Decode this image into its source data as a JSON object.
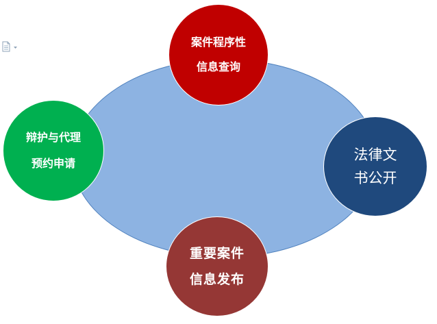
{
  "diagram": {
    "nodes": {
      "top": {
        "line1": "案件程序性",
        "line2": "信息查询",
        "color": "#c00000"
      },
      "left": {
        "line1": "辩护与代理",
        "line2": "预约申请",
        "color": "#00b050"
      },
      "right": {
        "line1": "法律文",
        "line2": "书公开",
        "color": "#1f497d"
      },
      "bottom": {
        "line1": "重要案件",
        "line2": "信息发布",
        "color": "#953735"
      }
    },
    "center_ellipse_color": "#8db3e2",
    "icons": [
      "document-icon",
      "dropdown-arrow-icon"
    ]
  }
}
